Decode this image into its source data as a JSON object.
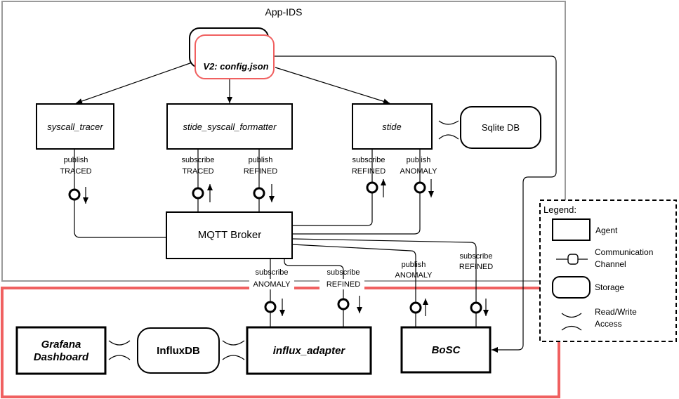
{
  "regions": {
    "app_ids_label": "App-IDS"
  },
  "config": {
    "label": "V2: config.json"
  },
  "agents": {
    "syscall_tracer": "syscall_tracer",
    "stide_syscall_formatter": "stide_syscall_formatter",
    "stide": "stide",
    "mqtt_broker": "MQTT Broker",
    "grafana_line1": "Grafana",
    "grafana_line2": "Dashboard",
    "influx_adapter": "influx_adapter",
    "bosc": "BoSC"
  },
  "storage": {
    "sqlite": "Sqlite DB",
    "influxdb": "InfluxDB"
  },
  "channels": {
    "tracer_pub": {
      "action": "publish",
      "topic": "TRACED"
    },
    "formatter_sub": {
      "action": "subscribe",
      "topic": "TRACED"
    },
    "formatter_pub": {
      "action": "publish",
      "topic": "REFINED"
    },
    "stide_sub": {
      "action": "subscribe",
      "topic": "REFINED"
    },
    "stide_pub": {
      "action": "publish",
      "topic": "ANOMALY"
    },
    "influx_sub_anomaly": {
      "action": "subscribe",
      "topic": "ANOMALY"
    },
    "influx_sub_refined": {
      "action": "subscribe",
      "topic": "REFINED"
    },
    "bosc_pub": {
      "action": "publish",
      "topic": "ANOMALY"
    },
    "bosc_sub": {
      "action": "subscribe",
      "topic": "REFINED"
    }
  },
  "legend": {
    "title": "Legend:",
    "agent": "Agent",
    "channel_line1": "Communication",
    "channel_line2": "Channel",
    "storage": "Storage",
    "rw_line1": "Read/Write",
    "rw_line2": "Access"
  },
  "colors": {
    "app_ids_border": "#9a9a9a",
    "external_border": "#f06060",
    "config_highlight": "#f06060"
  }
}
